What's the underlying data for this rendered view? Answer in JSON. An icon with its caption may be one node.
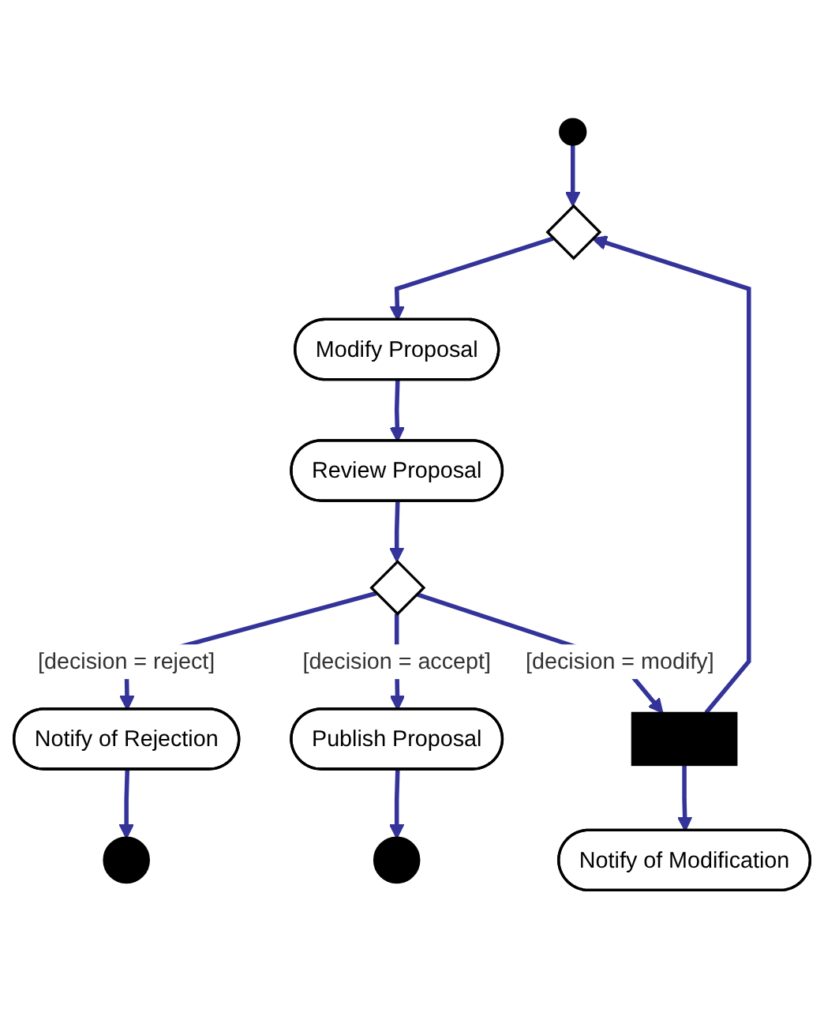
{
  "diagram": {
    "nodes": [
      {
        "text": [],
        "shape": "circle"
      },
      {
        "text": [],
        "shape": "diamond"
      },
      {
        "text": [
          "Modify Proposal"
        ]
      },
      {
        "text": [
          "Review Proposal"
        ]
      },
      {
        "text": [],
        "shape": "diamond"
      },
      {
        "text": [
          "Notify of Rejection"
        ]
      },
      {
        "text": [
          "Publish Proposal"
        ]
      },
      {
        "text": [],
        "shape": "bar"
      },
      {
        "text": [],
        "shape": "circle"
      },
      {
        "text": [],
        "shape": "circle"
      },
      {
        "text": [
          "Notify of Modification"
        ]
      }
    ],
    "edges": [
      {
        "from": 0,
        "to": 1,
        "arrow": "to"
      },
      {
        "from": 1,
        "to": 2,
        "arrow": "to"
      },
      {
        "from": 2,
        "to": 3,
        "arrow": "to"
      },
      {
        "from": 3,
        "to": 4,
        "arrow": "to"
      },
      {
        "from": 4,
        "to": 5,
        "arrow": "to",
        "label": "[decision = reject]"
      },
      {
        "from": 4,
        "to": 6,
        "arrow": "to",
        "label": "[decision = accept]"
      },
      {
        "from": 4,
        "to": 7,
        "arrow": "to",
        "label": "[decision = modify]"
      },
      {
        "from": 7,
        "to": 1,
        "arrow": "to"
      },
      {
        "from": 5,
        "to": 8,
        "arrow": "to"
      },
      {
        "from": 6,
        "to": 9,
        "arrow": "to"
      },
      {
        "from": 7,
        "to": 10,
        "arrow": "to"
      }
    ]
  }
}
